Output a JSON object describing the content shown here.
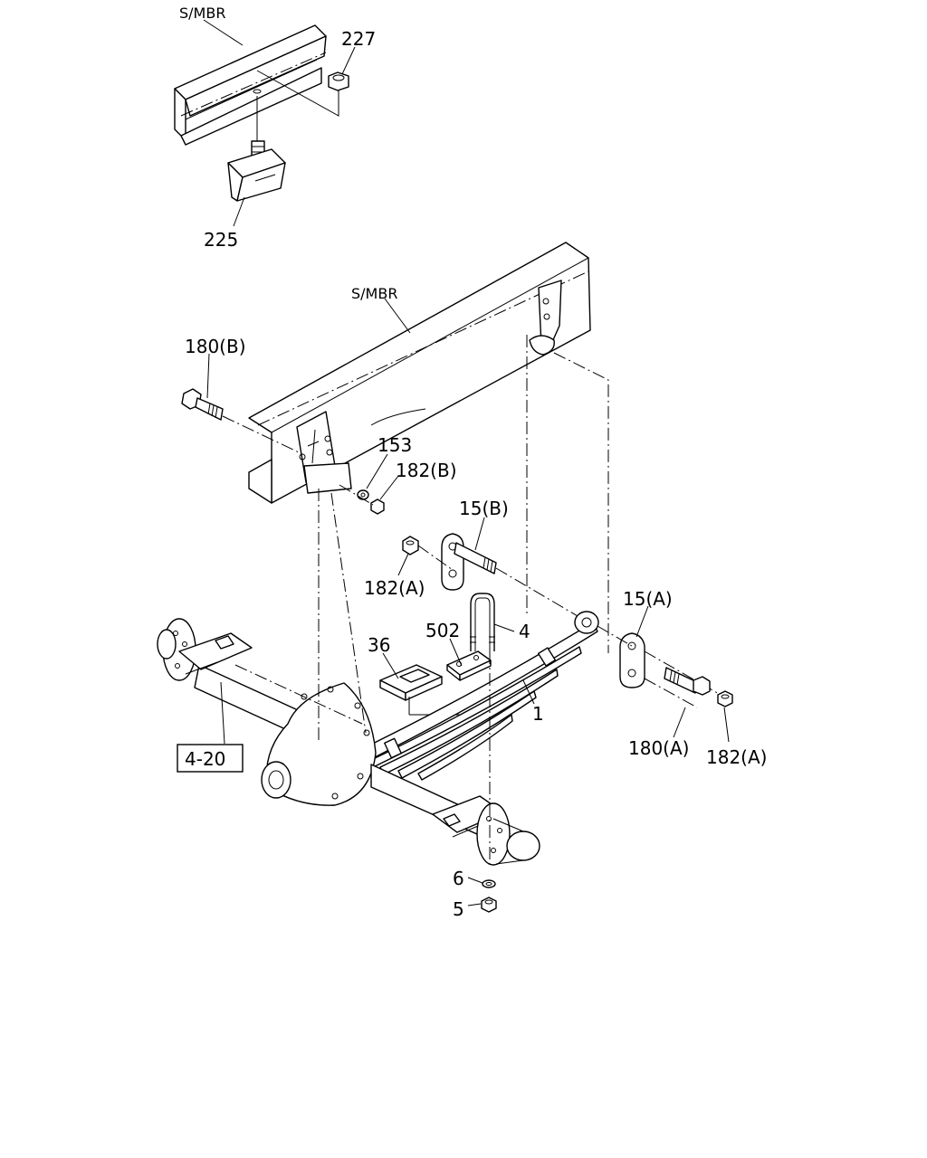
{
  "labels": {
    "smbr_top": "S/MBR",
    "smbr_main": "S/MBR",
    "p227": "227",
    "p225": "225",
    "p180b": "180(B)",
    "p153": "153",
    "p182b": "182(B)",
    "p15b": "15(B)",
    "p182a_left": "182(A)",
    "p15a": "15(A)",
    "p502": "502",
    "p4": "4",
    "p36": "36",
    "p1": "1",
    "p180a": "180(A)",
    "p182a_right": "182(A)",
    "p6": "6",
    "p5": "5",
    "ref_4_20": "4-20"
  }
}
